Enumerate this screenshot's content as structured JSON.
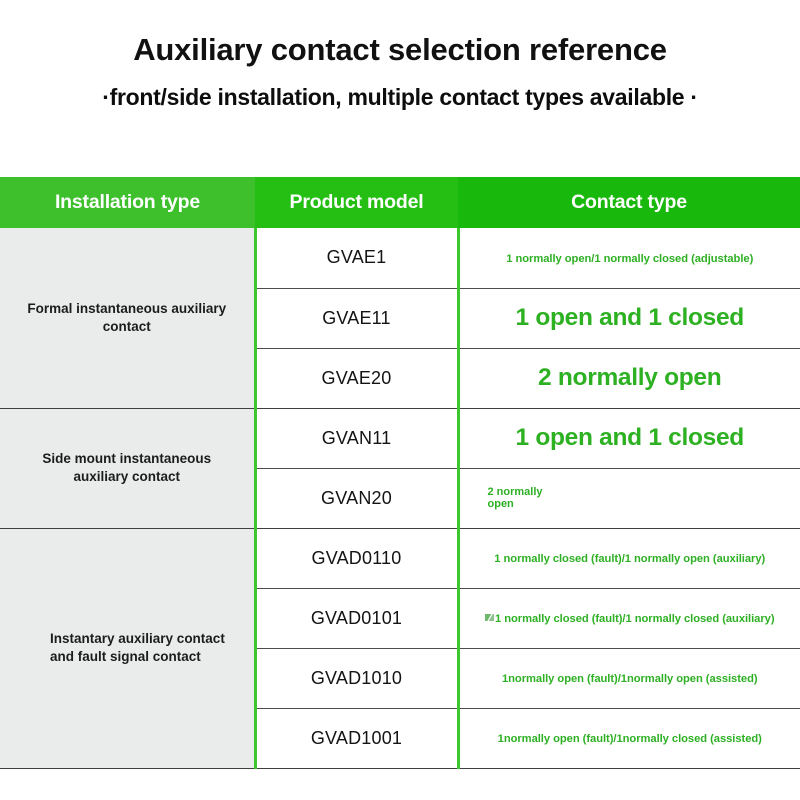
{
  "header": {
    "main_title": "Auxiliary contact selection reference",
    "subtitle": "·front/side installation, multiple contact types available ·"
  },
  "colors": {
    "header_green_1": "#3ec02d",
    "header_green_2": "#25bf14",
    "header_green_3": "#19b80c",
    "divider_green": "#3cc72e",
    "text_green": "#2eb024",
    "group_bg": "#eaecec",
    "rule_gray": "#4d4d4d"
  },
  "table": {
    "columns": [
      {
        "key": "installation_type",
        "label": "Installation type"
      },
      {
        "key": "product_model",
        "label": "Product model"
      },
      {
        "key": "contact_type",
        "label": "Contact type"
      }
    ],
    "groups": [
      {
        "installation_type": "Formal instantaneous auxiliary contact",
        "rows": [
          {
            "model": "GVAE1",
            "contact": "1 normally open/1 normally closed (adjustable)",
            "style": "small"
          },
          {
            "model": "GVAE11",
            "contact": "1 open and 1 closed",
            "style": "big"
          },
          {
            "model": "GVAE20",
            "contact": "2 normally open",
            "style": "big"
          }
        ]
      },
      {
        "installation_type": "Side mount instantaneous auxiliary contact",
        "rows": [
          {
            "model": "GVAN11",
            "contact": "1 open and 1 closed",
            "style": "big"
          },
          {
            "model": "GVAN20",
            "contact": "2 normally open",
            "style": "tiny-left"
          }
        ]
      },
      {
        "installation_type": "Instantary auxiliary contact and fault signal contact",
        "rows": [
          {
            "model": "GVAD0110",
            "contact": "1 normally closed (fault)/1 normally open (auxiliary)",
            "style": "small"
          },
          {
            "model": "GVAD0101",
            "contact": "1 normally closed (fault)/1 normally closed (auxiliary)",
            "style": "small-smudge"
          },
          {
            "model": "GVAD1010",
            "contact": "1normally open (fault)/1normally open (assisted)",
            "style": "small"
          },
          {
            "model": "GVAD1001",
            "contact": "1normally open (fault)/1normally closed (assisted)",
            "style": "small"
          }
        ]
      }
    ]
  }
}
